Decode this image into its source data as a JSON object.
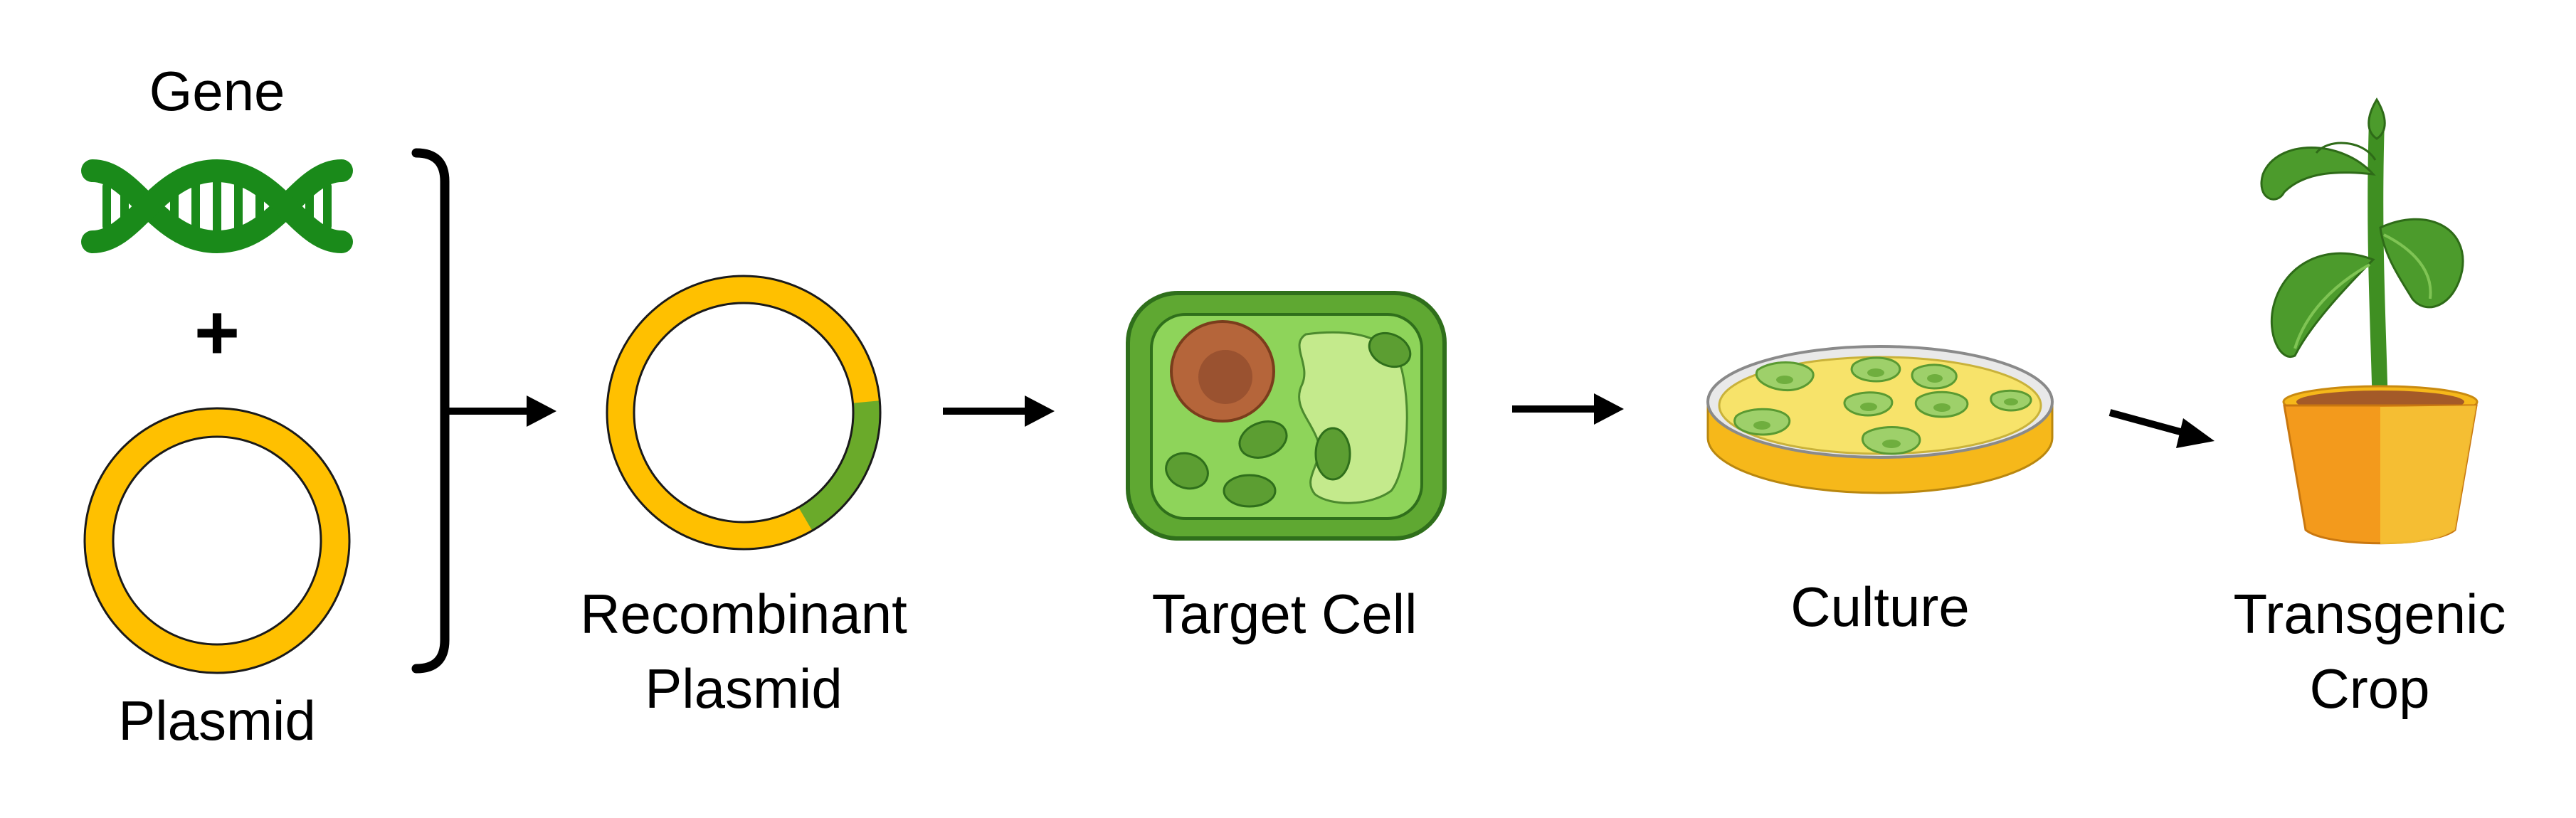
{
  "labels": {
    "gene": "Gene",
    "plus": "+",
    "plasmid": "Plasmid",
    "recombinant_line1": "Recombinant",
    "recombinant_line2": "Plasmid",
    "target_cell": "Target Cell",
    "culture": "Culture",
    "transgenic_line1": "Transgenic",
    "transgenic_line2": "Crop"
  },
  "colors": {
    "dna_green": "#1a8a1a",
    "plasmid_yellow": "#ffc000",
    "insert_green": "#6aaa2a",
    "cell_wall": "#5fa832",
    "cell_fill": "#8ed45a",
    "nucleus": "#b5653a",
    "dish_yellow": "#f7e36a",
    "pot_orange": "#f39a1c",
    "leaf_green": "#4c9b2c"
  }
}
